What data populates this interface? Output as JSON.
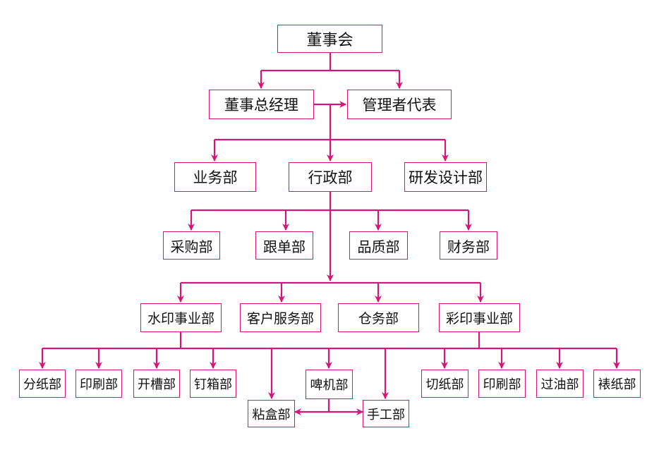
{
  "colors": {
    "line": "#d6157a",
    "border": "#d6157a",
    "text": "#111111"
  },
  "nodes": {
    "board": "董事会",
    "gm": "董事总经理",
    "rep": "管理者代表",
    "business": "业务部",
    "admin": "行政部",
    "rnd": "研发设计部",
    "purchase": "采购部",
    "follow": "跟单部",
    "quality": "品质部",
    "finance": "财务部",
    "water_print": "水印事业部",
    "customer_service": "客户服务部",
    "warehouse": "仓务部",
    "color_print": "彩印事业部",
    "split_paper": "分纸部",
    "print_left": "印刷部",
    "slotting": "开槽部",
    "box_nailing": "钉箱部",
    "box_gluing": "粘盒部",
    "beer_machine": "啤机部",
    "handwork": "手工部",
    "paper_cutting": "切纸部",
    "print_right": "印刷部",
    "oiling": "过油部",
    "mounting": "裱纸部"
  }
}
